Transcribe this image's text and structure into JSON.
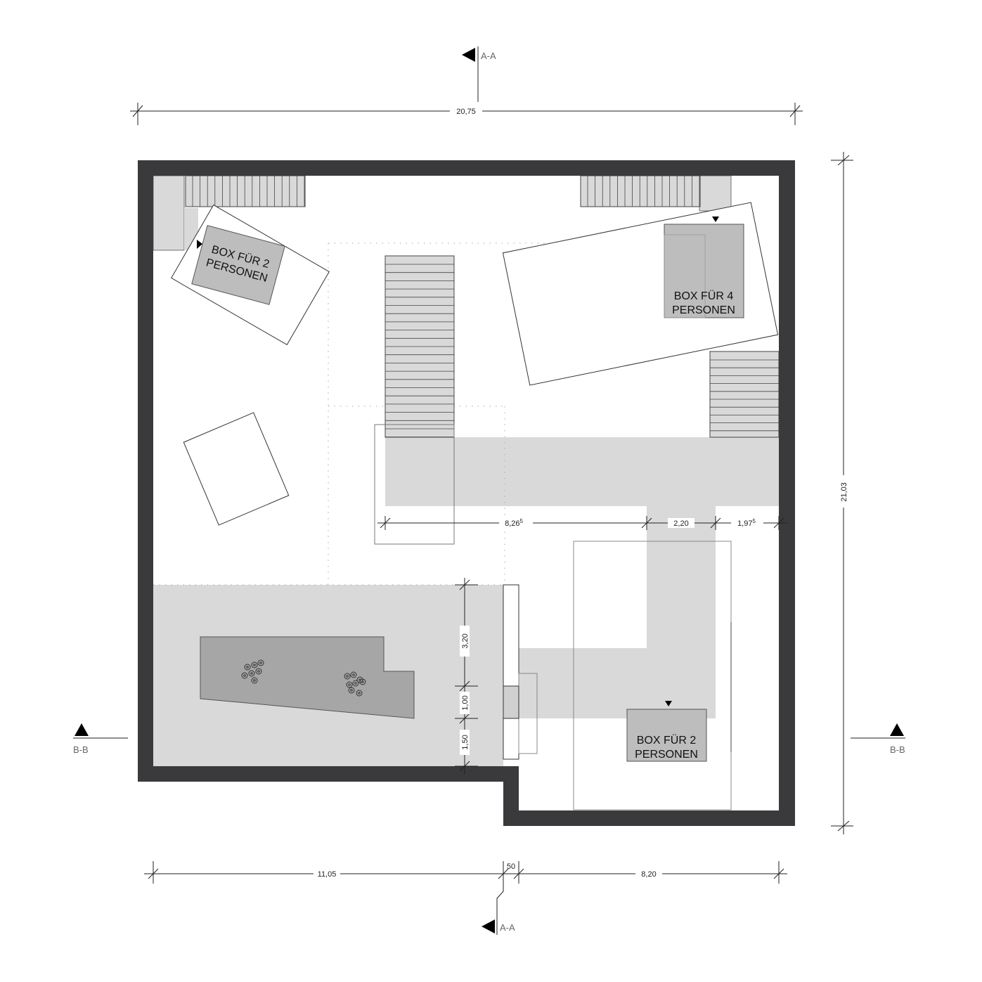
{
  "sections": {
    "aa_top": "A-A",
    "aa_bottom": "A-A",
    "bb_left": "B-B",
    "bb_right": "B-B"
  },
  "dimensions": {
    "overall_width": "20,75",
    "overall_height": "21,03",
    "inner_a": "8,26",
    "inner_a_sup": "5",
    "inner_b": "2,20",
    "inner_c": "1,97",
    "inner_c_sup": "5",
    "vert_a": "3,20",
    "vert_b": "1,00",
    "vert_c": "1,50",
    "bottom_left": "11,05",
    "bottom_mid": "50",
    "bottom_right": "8,20"
  },
  "boxes": {
    "box_top_left": {
      "line1": "BOX FÜR 2",
      "line2": "PERSONEN"
    },
    "box_top_right": {
      "line1": "BOX FÜR 4",
      "line2": "PERSONEN"
    },
    "box_bottom_right": {
      "line1": "BOX FÜR 2",
      "line2": "PERSONEN"
    }
  },
  "colors": {
    "wall": "#3a3a3c",
    "floor_light": "#d9d9d9",
    "box_fill": "#bdbdbd",
    "table_fill": "#a6a6a6"
  }
}
